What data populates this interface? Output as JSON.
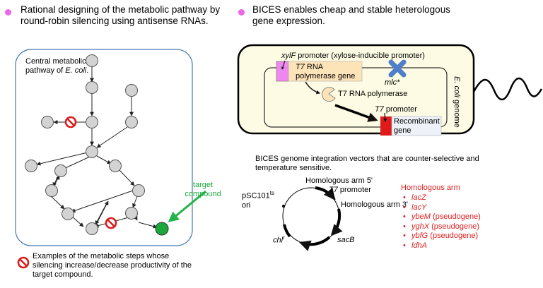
{
  "left": {
    "heading": "Rational designing of the metabolic pathway by round-robin silencing using antisense RNAs.",
    "box_label_line1": "Central metabolic",
    "box_label_line2": "pathway of",
    "box_label_italic": "E. coli",
    "box_label_end": ".",
    "target_line1": "target",
    "target_line2": "compound",
    "legend_text": "Examples of the metabolic steps whose silencing increase/decrease productivity of the target compound.",
    "colors": {
      "node": "#d3d3d3",
      "target": "#1aa83a",
      "arrow_green": "#22b34a",
      "box": "#4a7ab5",
      "inhibit": "#d81e1e"
    }
  },
  "right": {
    "heading": "BICES enables cheap and stable heterologous gene expression.",
    "xylf_italic": "xylF",
    "xylf_rest": " promoter (xylose-inducible promoter)",
    "t7_gene_italic": "T7",
    "t7_gene_rest1": " RNA",
    "t7_gene_line2": "polymerase gene",
    "mlc_label": "mlc*",
    "t7_pol": "T7 RNA polymerase",
    "t7_prom_italic": "T7",
    "t7_prom_rest": " promoter",
    "recomb_line1": "Recombinant",
    "recomb_line2": "gene",
    "genome_italic": "E. coli",
    "genome_rest": " genome",
    "vectors_text": "BICES genome integration vectors that are counter-selective and temperature sensitive.",
    "plasmid_ori_name": "pSC101",
    "plasmid_ori_sup": "ts",
    "plasmid_ori_line2": "ori",
    "arm5": "Homologous arm 5'",
    "t7_plasmid_italic": "T7",
    "t7_plasmid_rest": " promoter",
    "arm3": "Homologous arm 3'",
    "chl": "chl",
    "chl_sup": "r",
    "sacb": "sacB",
    "harm_title": "Homologous arm",
    "harm_items": [
      {
        "gene": "lacZ",
        "note": ""
      },
      {
        "gene": "lacY",
        "note": ""
      },
      {
        "gene": "ybeM",
        "note": " (pseudogene)"
      },
      {
        "gene": "yghX",
        "note": " (pseudogene)"
      },
      {
        "gene": "ybfG",
        "note": " (pseudogene)"
      },
      {
        "gene": "ldhA",
        "note": ""
      }
    ],
    "colors": {
      "cell_fill": "#fdfbe3",
      "t7_gene": "#fde3b8",
      "xylf_box": "#ee88ee",
      "mlc_x": "#5b8fd6",
      "recomb": "#e01a1a"
    }
  }
}
